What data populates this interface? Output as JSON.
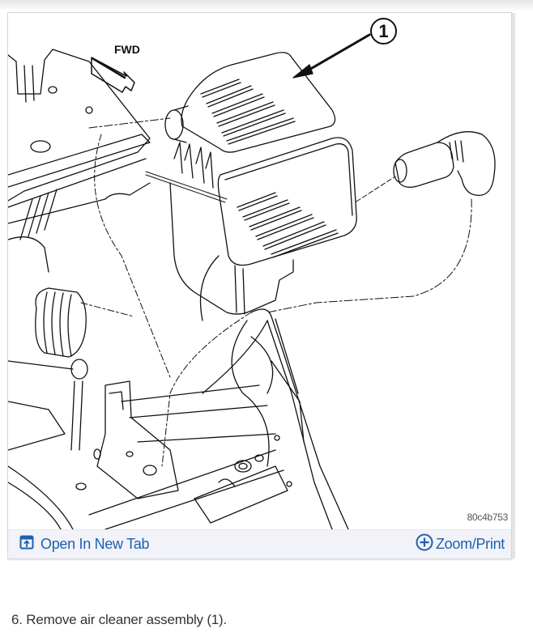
{
  "figure": {
    "diagram_labels": {
      "direction": "FWD",
      "callout_number": "1",
      "figure_code": "80c4b753"
    },
    "toolbar": {
      "open_new_tab": {
        "label": "Open In New Tab",
        "icon": "open-new-tab-icon"
      },
      "zoom_print": {
        "label": "Zoom/Print",
        "icon": "plus-circle-icon"
      }
    },
    "colors": {
      "link": "#1f5fb0",
      "toolbar_bg": "#f1f3f8",
      "line_art": "#111111"
    }
  },
  "step": {
    "text": "6. Remove air cleaner assembly (1)."
  }
}
